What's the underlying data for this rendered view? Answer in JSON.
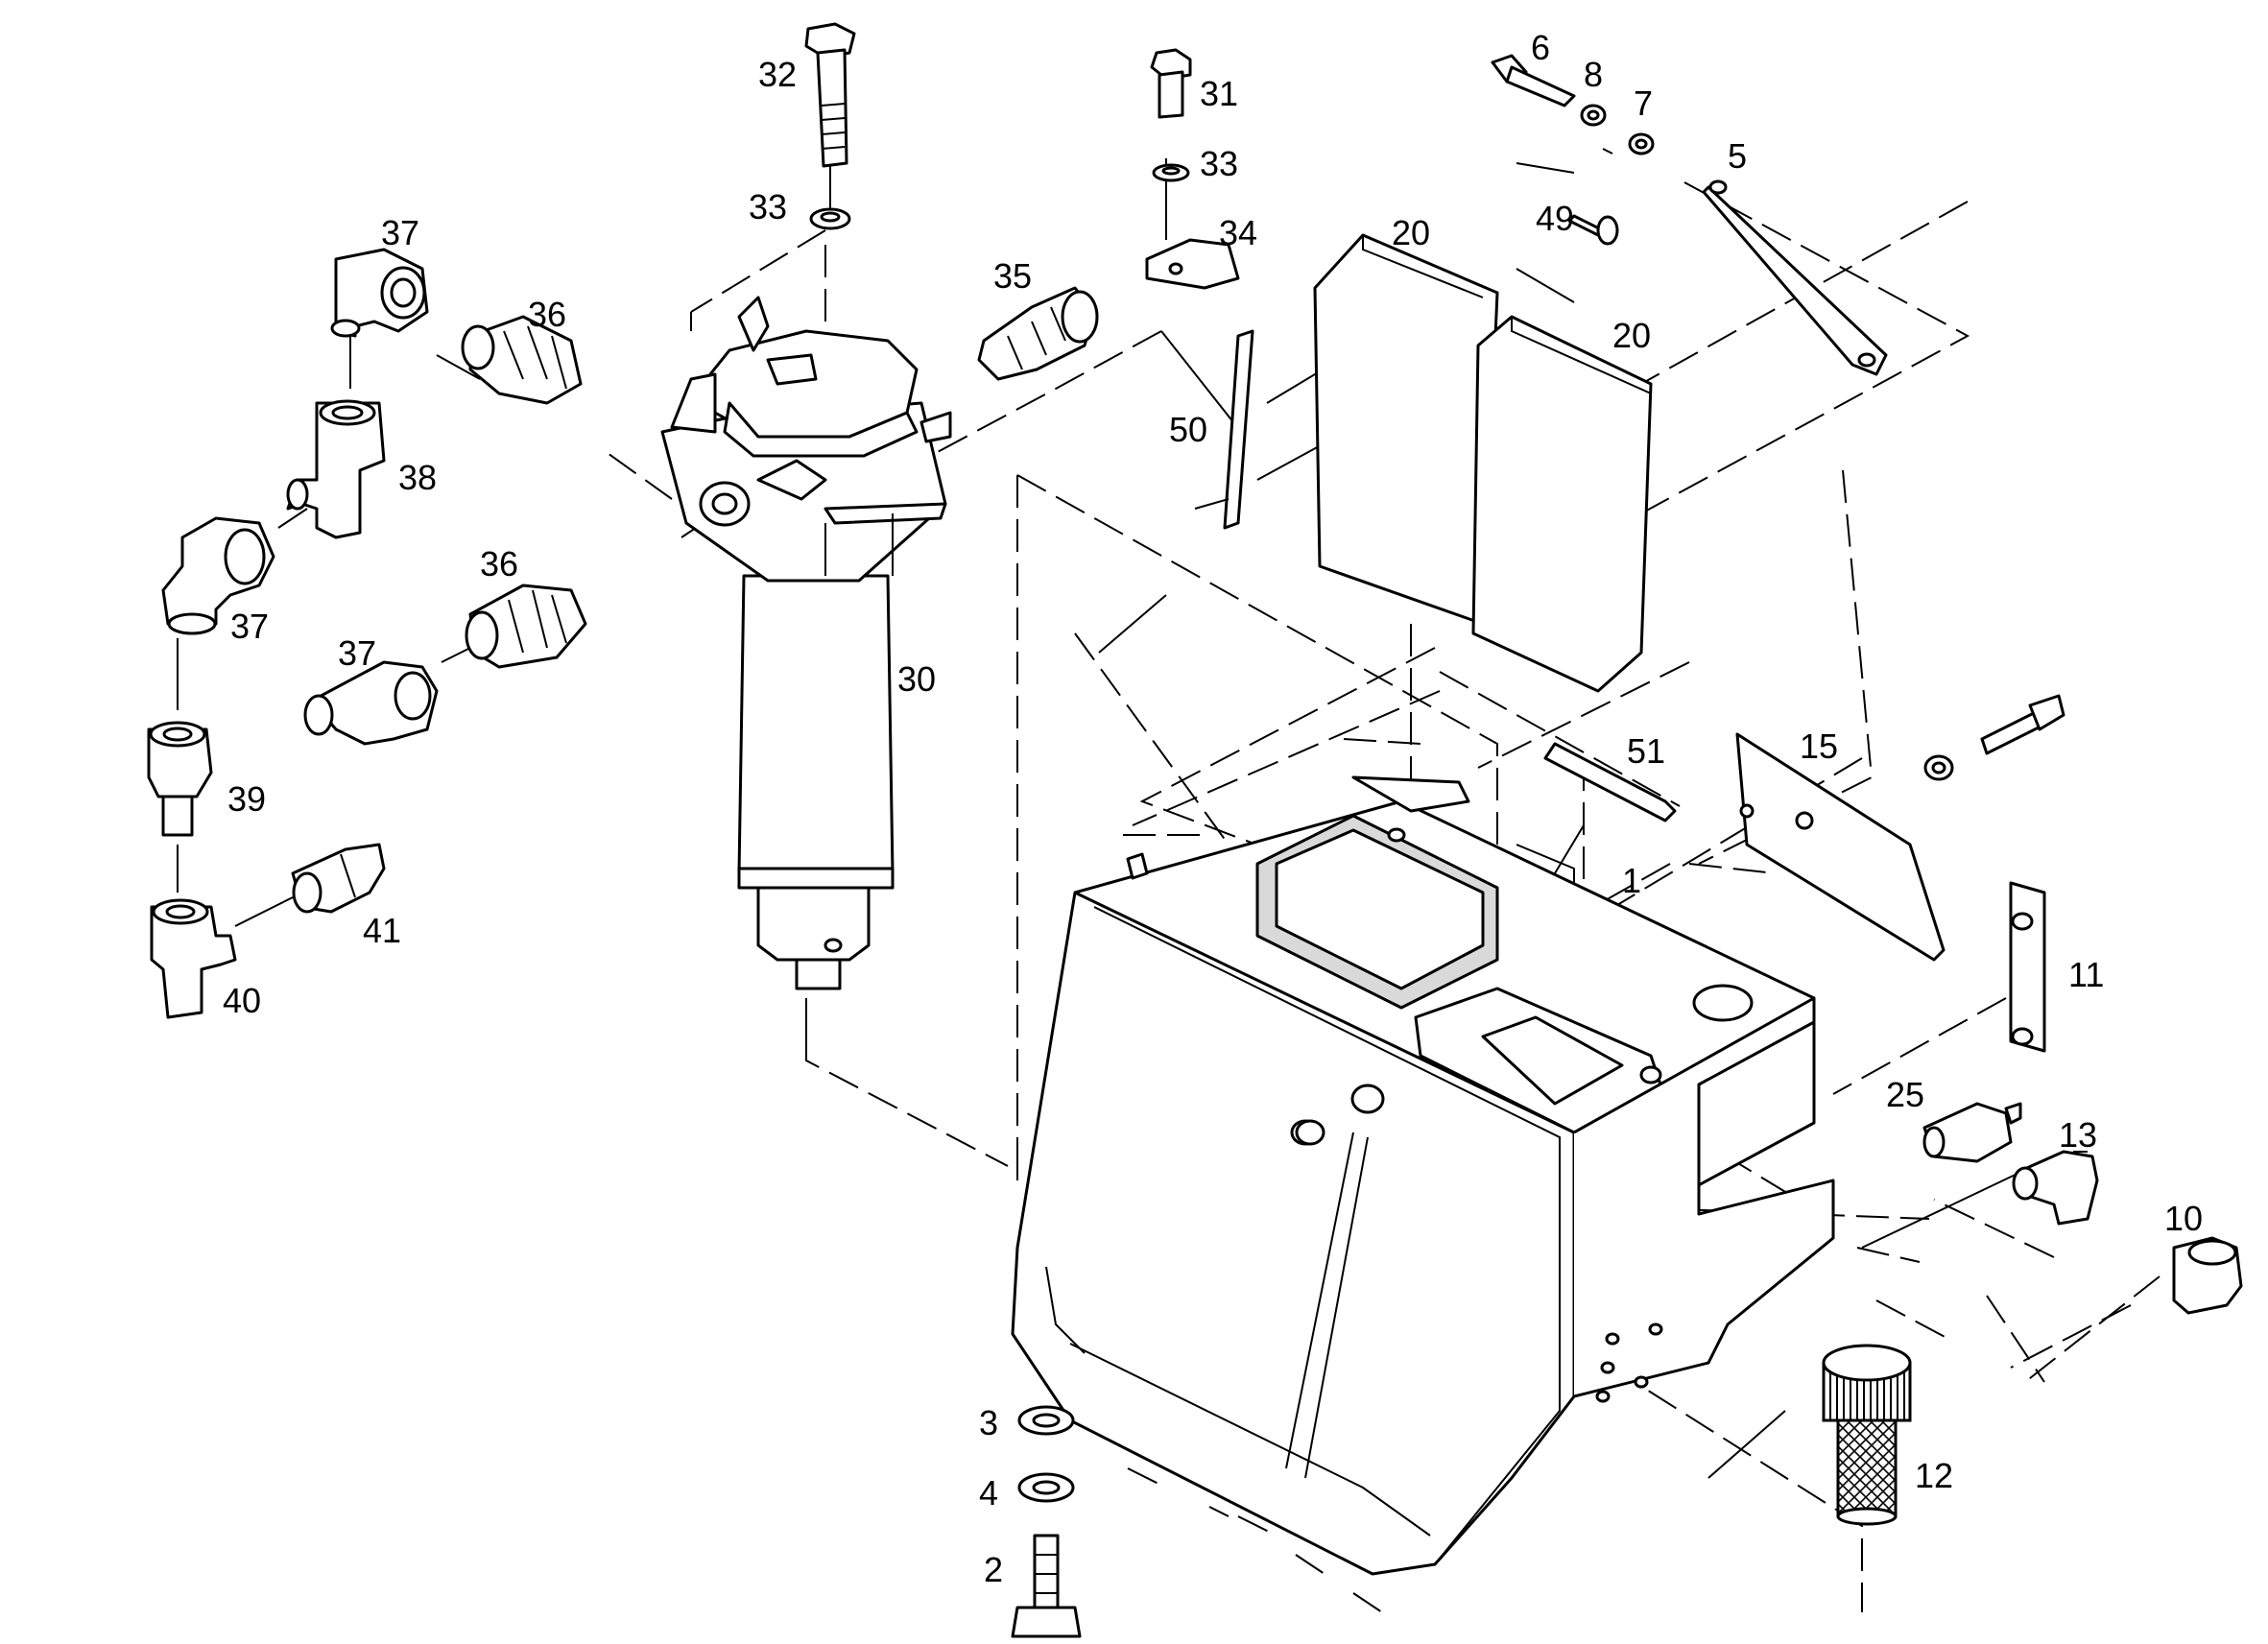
{
  "callouts": [
    {
      "id": "c1",
      "text": "1"
    },
    {
      "id": "c2",
      "text": "2"
    },
    {
      "id": "c3",
      "text": "3"
    },
    {
      "id": "c4",
      "text": "4"
    },
    {
      "id": "c5",
      "text": "5"
    },
    {
      "id": "c6",
      "text": "6"
    },
    {
      "id": "c7",
      "text": "7"
    },
    {
      "id": "c8",
      "text": "8"
    },
    {
      "id": "c10",
      "text": "10"
    },
    {
      "id": "c11",
      "text": "11"
    },
    {
      "id": "c12",
      "text": "12"
    },
    {
      "id": "c13",
      "text": "13"
    },
    {
      "id": "c15",
      "text": "15"
    },
    {
      "id": "c20a",
      "text": "20"
    },
    {
      "id": "c20b",
      "text": "20"
    },
    {
      "id": "c25",
      "text": "25"
    },
    {
      "id": "c30",
      "text": "30"
    },
    {
      "id": "c31",
      "text": "31"
    },
    {
      "id": "c32",
      "text": "32"
    },
    {
      "id": "c33a",
      "text": "33"
    },
    {
      "id": "c33b",
      "text": "33"
    },
    {
      "id": "c34",
      "text": "34"
    },
    {
      "id": "c35",
      "text": "35"
    },
    {
      "id": "c36a",
      "text": "36"
    },
    {
      "id": "c36b",
      "text": "36"
    },
    {
      "id": "c37a",
      "text": "37"
    },
    {
      "id": "c37b",
      "text": "37"
    },
    {
      "id": "c37c",
      "text": "37"
    },
    {
      "id": "c38",
      "text": "38"
    },
    {
      "id": "c39",
      "text": "39"
    },
    {
      "id": "c40",
      "text": "40"
    },
    {
      "id": "c41",
      "text": "41"
    },
    {
      "id": "c49",
      "text": "49"
    },
    {
      "id": "c50",
      "text": "50"
    },
    {
      "id": "c51",
      "text": "51"
    }
  ]
}
